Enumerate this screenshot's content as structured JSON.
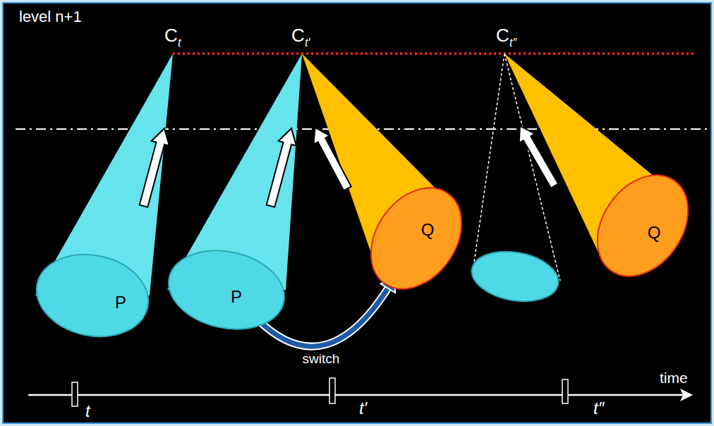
{
  "diagram": {
    "nodes": [
      {
        "text": [
          "P"
        ]
      },
      {
        "text": [
          "P"
        ]
      },
      {
        "text": [
          "Q"
        ]
      },
      {
        "text": [
          "Q"
        ]
      }
    ],
    "edges": [
      {
        "from": 1,
        "to": 2,
        "arrow": "to",
        "label": "switch"
      }
    ],
    "labels": [
      "level n+1",
      "C",
      "t",
      "C",
      "t′",
      "C",
      "t″",
      "time",
      "t",
      "t′",
      "t″"
    ]
  }
}
